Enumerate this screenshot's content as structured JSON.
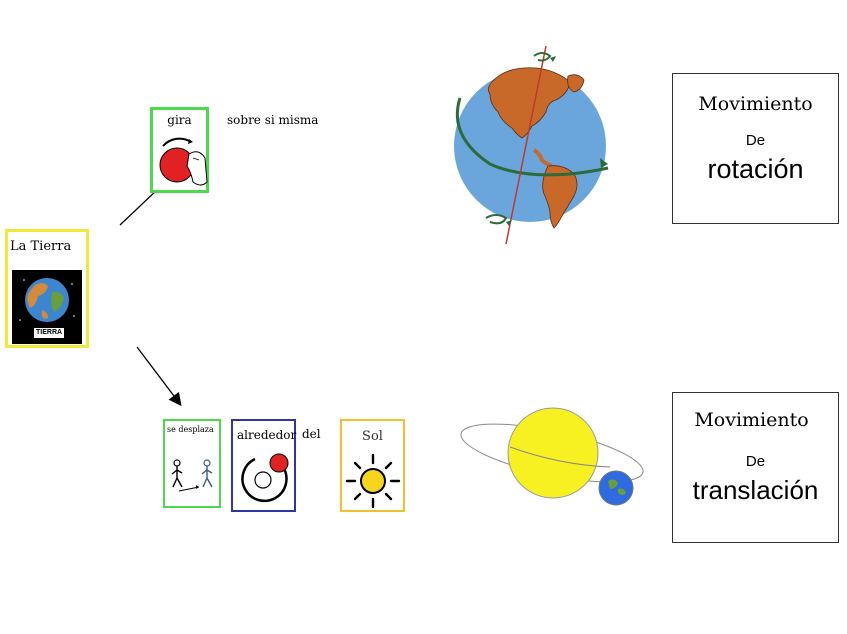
{
  "tierra_card": {
    "label": "La Tierra",
    "badge": "TIERRA"
  },
  "rotation_row": {
    "gira_label": "gira",
    "text": "sobre si misma"
  },
  "translation_row": {
    "se_desplaza_label": "se desplaza",
    "alrededor_label": "alrededor",
    "del_text": "del",
    "sol_label": "Sol"
  },
  "rotation_box": {
    "line1": "Movimiento",
    "line2": "De",
    "line3": "rotación"
  },
  "translation_box": {
    "line1": "Movimiento",
    "line2": "De",
    "line3": "translación"
  },
  "colors": {
    "tierra_border": "#f2e83a",
    "gira_border": "#4cd94c",
    "se_desplaza_border": "#4cd94c",
    "alrededor_border": "#2f35a8",
    "sol_border": "#f2c02a",
    "ocean": "#6aa6dc",
    "land": "#c8692a",
    "sun": "#f7f122",
    "orbit_arrow": "#2e6b3a"
  }
}
